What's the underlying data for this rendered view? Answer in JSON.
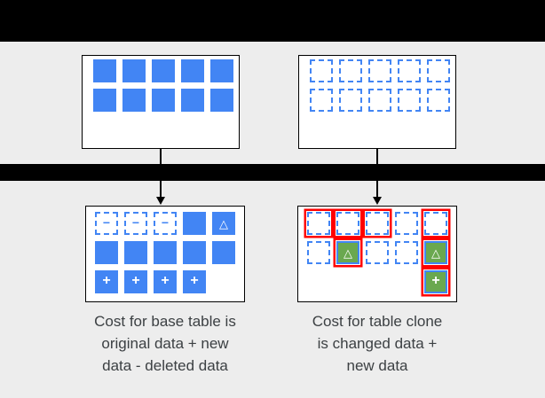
{
  "colors": {
    "blue": "#4285F4",
    "green": "#6AA84F",
    "red": "#FF0000",
    "bar": "#000000",
    "bg": "#EDEDED",
    "panel_bg": "#FFFFFF",
    "text": "#3C4043"
  },
  "glyphs": {
    "minus": "−",
    "delta": "△",
    "plus": "+"
  },
  "boxes": {
    "top_left": {
      "rows": [
        [
          "filled",
          "filled",
          "filled",
          "filled",
          "filled"
        ],
        [
          "filled",
          "filled",
          "filled",
          "filled",
          "filled"
        ]
      ]
    },
    "top_right": {
      "rows": [
        [
          "dashed",
          "dashed",
          "dashed",
          "dashed",
          "dashed"
        ],
        [
          "dashed",
          "dashed",
          "dashed",
          "dashed",
          "dashed"
        ]
      ]
    },
    "bottom_left": {
      "rows": [
        [
          "dashed_minus",
          "dashed_minus",
          "dashed_minus",
          "filled",
          "filled_delta"
        ],
        [
          "filled",
          "filled",
          "filled",
          "filled",
          "filled"
        ],
        [
          "filled_plus",
          "filled_plus",
          "filled_plus",
          "filled_plus"
        ]
      ]
    },
    "bottom_right": {
      "rows": [
        [
          "red_dashed",
          "red_dashed",
          "red_dashed",
          "dashed",
          "red_dashed"
        ],
        [
          "dashed",
          "green_delta",
          "dashed",
          "dashed",
          "green_delta"
        ],
        [
          "empty",
          "empty",
          "empty",
          "empty",
          "green_plus"
        ]
      ]
    }
  },
  "captions": {
    "left_lines": [
      "Cost for base table is",
      "original data + new",
      "data - deleted data"
    ],
    "right_lines": [
      "Cost for table clone",
      "is changed data +",
      "new data"
    ]
  }
}
